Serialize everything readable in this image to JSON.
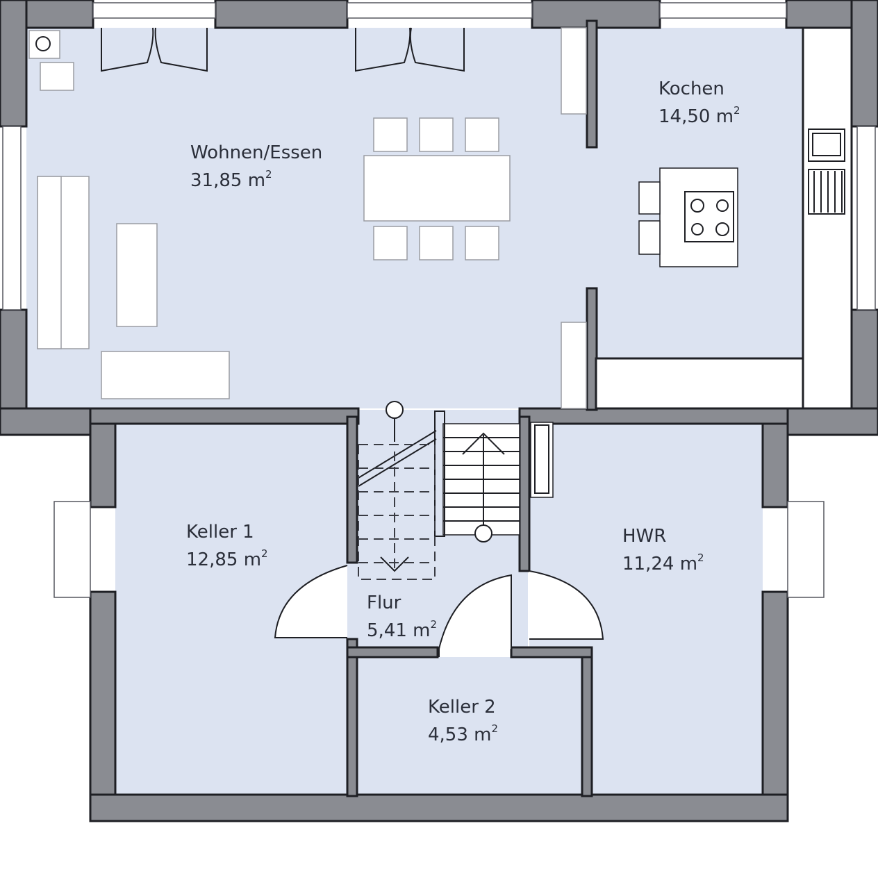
{
  "rooms": {
    "wohnen": {
      "name": "Wohnen/Essen",
      "area": "31,85 m",
      "unit_sup": "2"
    },
    "kochen": {
      "name": "Kochen",
      "area": "14,50 m",
      "unit_sup": "2"
    },
    "keller1": {
      "name": "Keller 1",
      "area": "12,85 m",
      "unit_sup": "2"
    },
    "hwr": {
      "name": "HWR",
      "area": "11,24 m",
      "unit_sup": "2"
    },
    "flur": {
      "name": "Flur",
      "area": "5,41 m",
      "unit_sup": "2"
    },
    "keller2": {
      "name": "Keller 2",
      "area": "4,53 m",
      "unit_sup": "2"
    }
  },
  "colors": {
    "floor": "#dce3f1",
    "wall": "#8a8c92",
    "line": "#1e1f24",
    "furniture": "#ffffff"
  }
}
